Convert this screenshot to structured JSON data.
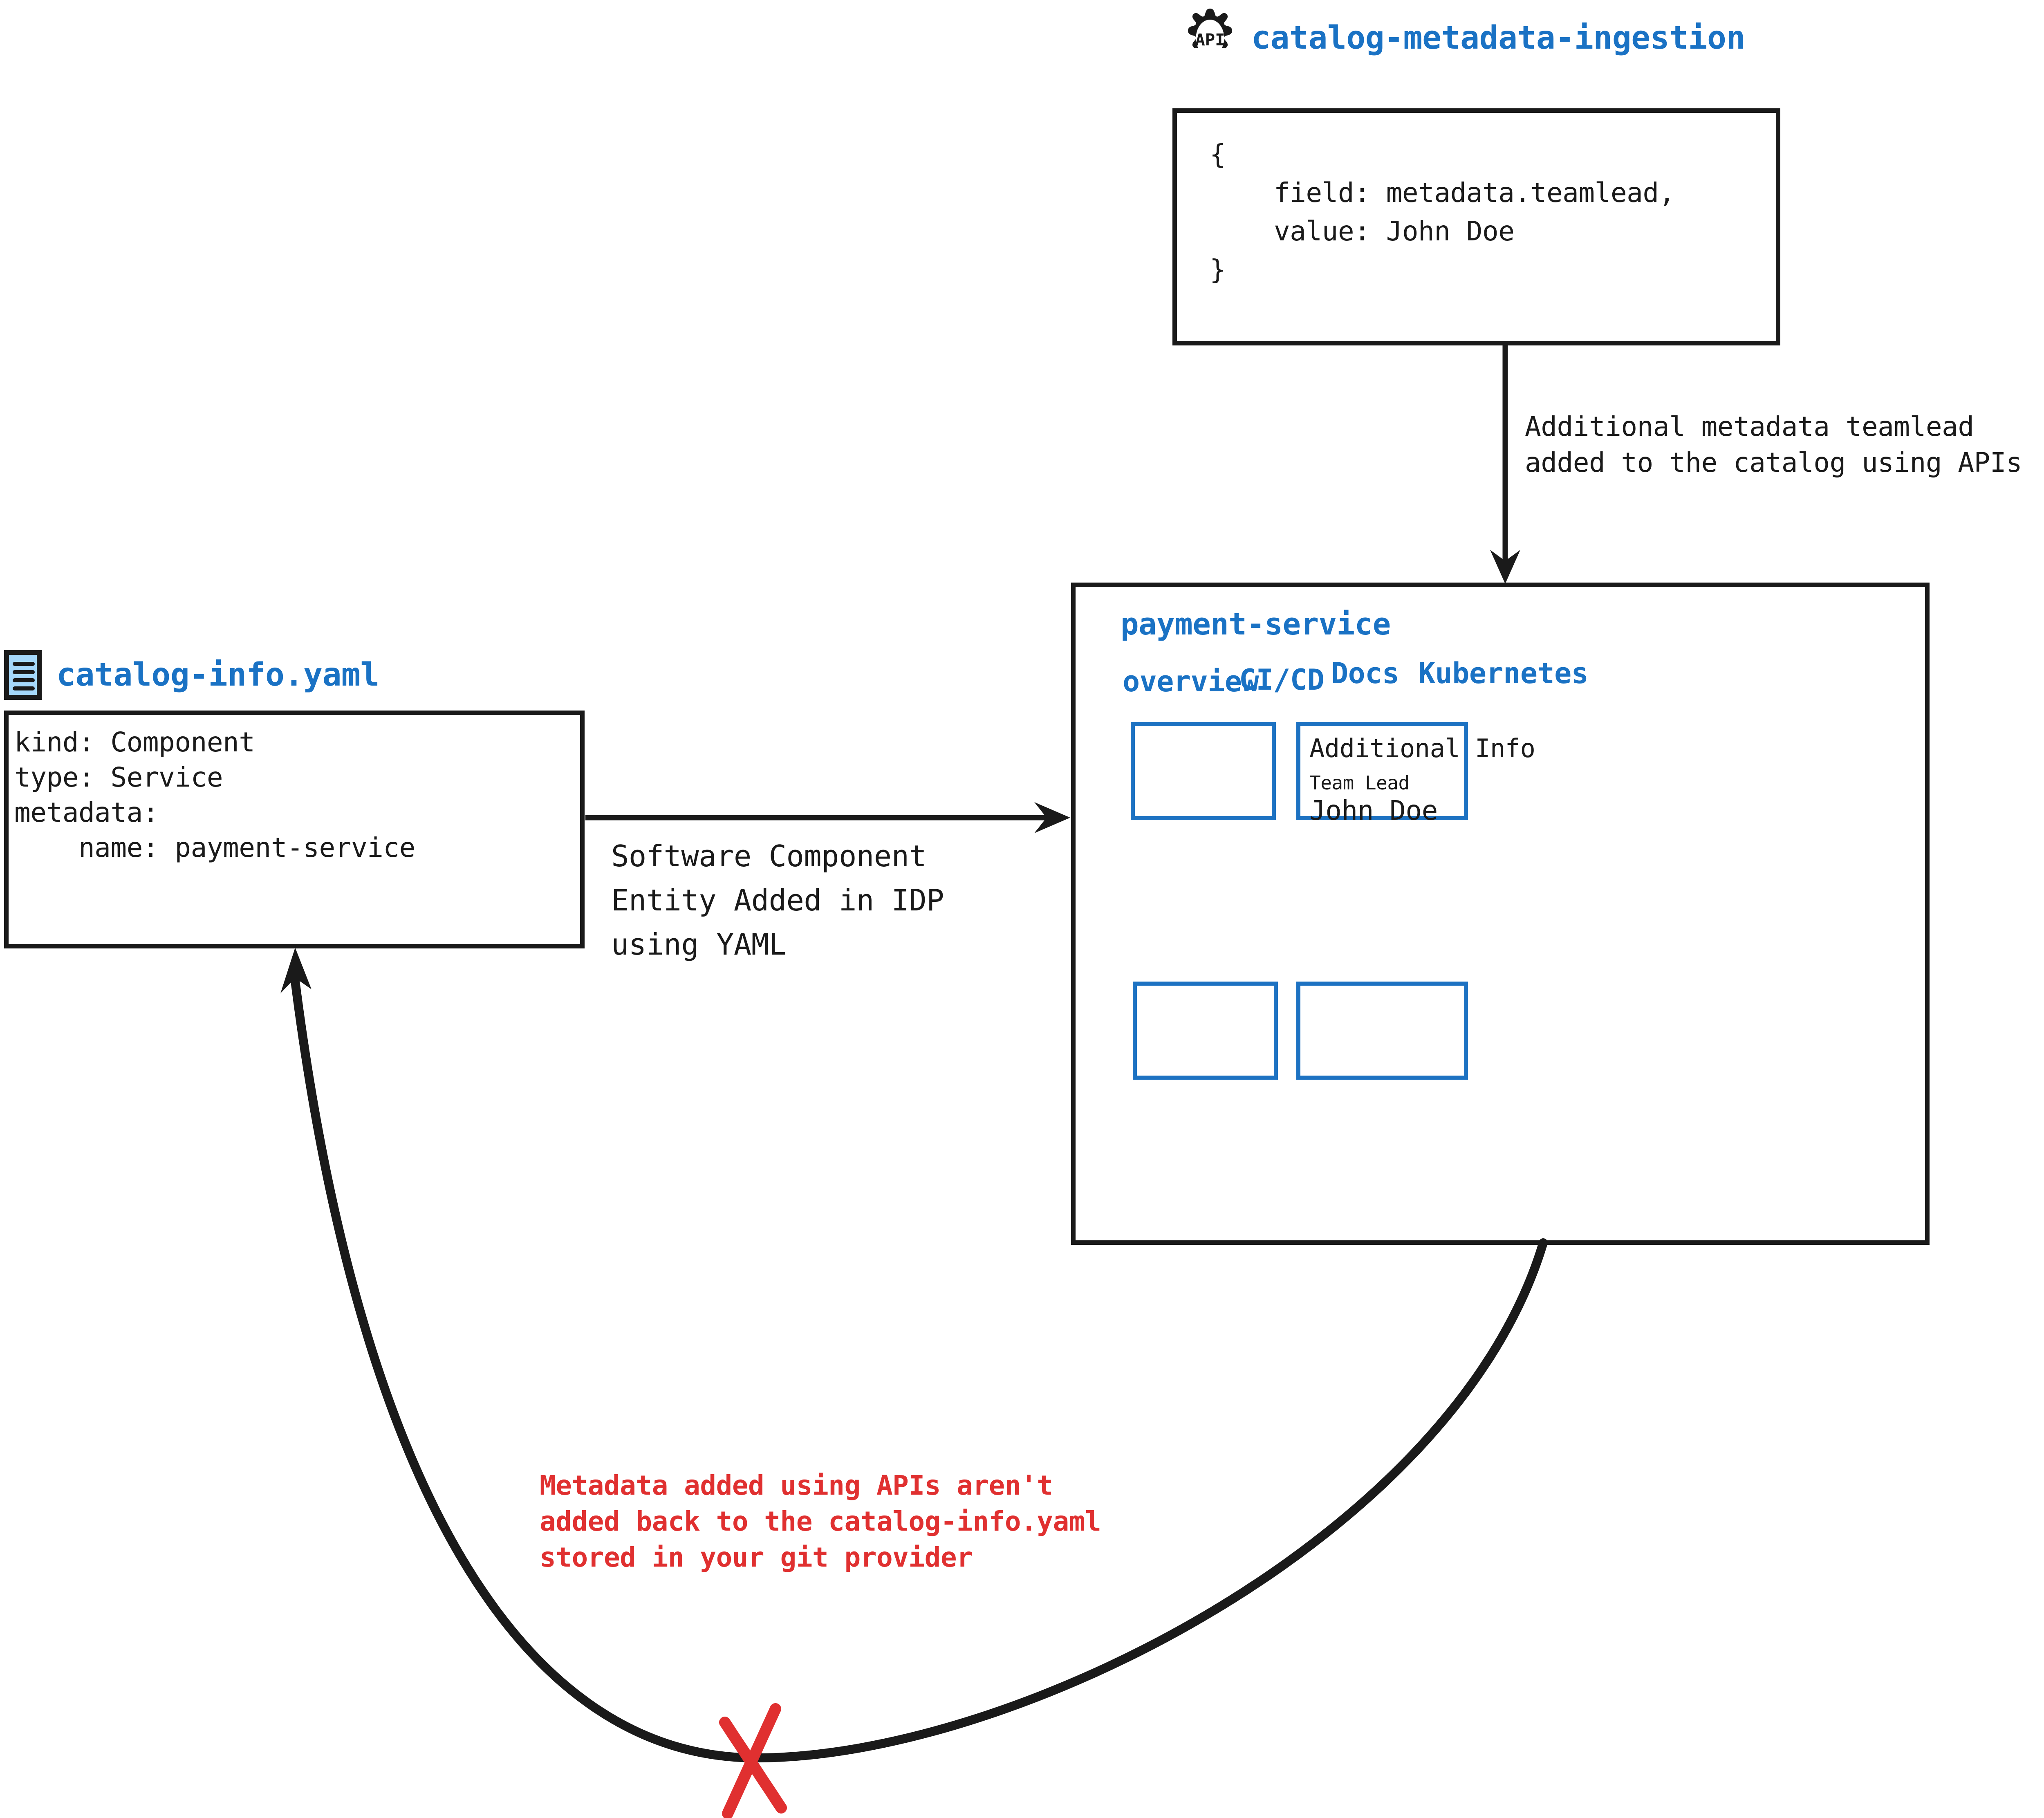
{
  "api_source": {
    "icon": "api-gear-icon",
    "title": "catalog-metadata-ingestion",
    "code": "{\n    field: metadata.teamlead,\n    value: John Doe\n}"
  },
  "api_flow": {
    "label": "Additional metadata teamlead\nadded to the catalog using APIs"
  },
  "yaml_source": {
    "icon": "yaml-file-icon",
    "title": "catalog-info.yaml",
    "code": "kind: Component\ntype: Service\nmetadata:\n    name: payment-service"
  },
  "yaml_flow": {
    "label": "Software Component\nEntity Added in IDP\nusing YAML"
  },
  "entity_panel": {
    "title": "payment-service",
    "tabs": [
      {
        "label": "overview"
      },
      {
        "label": "CI/CD"
      },
      {
        "label": "Docs"
      },
      {
        "label": "Kubernetes"
      }
    ],
    "additional_info": {
      "heading": "Additional Info",
      "field_label": "Team Lead",
      "field_value": "John Doe"
    }
  },
  "warning": {
    "text": "Metadata added using APIs aren't\nadded back to the catalog-info.yaml\nstored in your git provider",
    "marker": "red-x-mark"
  },
  "colors": {
    "accent_blue": "#1a72c4",
    "card_blue": "#1d72c2",
    "warning_red": "#e03030",
    "stroke_black": "#1a1a1a",
    "icon_fill_blue": "#a5d8fb"
  }
}
